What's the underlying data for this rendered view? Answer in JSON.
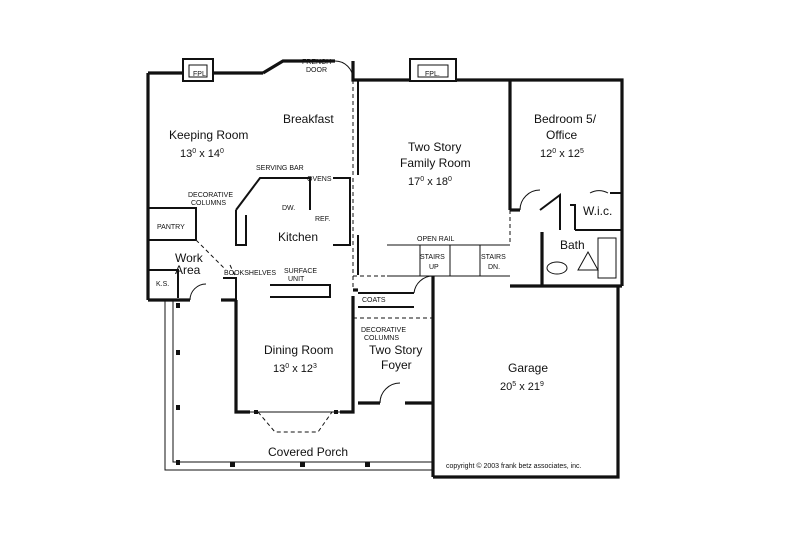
{
  "rooms": {
    "keeping_room": {
      "name": "Keeping Room",
      "w_ft": "13",
      "w_in": "0",
      "l_ft": "14",
      "l_in": "0"
    },
    "breakfast": {
      "name": "Breakfast"
    },
    "family_room": {
      "name1": "Two Story",
      "name2": "Family Room",
      "w_ft": "17",
      "w_in": "0",
      "l_ft": "18",
      "l_in": "0"
    },
    "bedroom5": {
      "name1": "Bedroom 5/",
      "name2": "Office",
      "w_ft": "12",
      "w_in": "0",
      "l_ft": "12",
      "l_in": "5"
    },
    "kitchen": {
      "name": "Kitchen"
    },
    "work_area": {
      "name1": "Work",
      "name2": "Area"
    },
    "bath": {
      "name": "Bath"
    },
    "wic": {
      "name": "W.i.c."
    },
    "dining_room": {
      "name": "Dining Room",
      "w_ft": "13",
      "w_in": "0",
      "l_ft": "12",
      "l_in": "3"
    },
    "foyer": {
      "name1": "Two Story",
      "name2": "Foyer"
    },
    "garage": {
      "name": "Garage",
      "w_ft": "20",
      "w_in": "5",
      "l_ft": "21",
      "l_in": "9"
    },
    "porch": {
      "name": "Covered Porch"
    }
  },
  "labels": {
    "fpl_left": "FPL.",
    "fpl_right": "FPL.",
    "french_door1": "FRENCH",
    "french_door2": "DOOR",
    "serving_bar": "SERVING BAR",
    "ovens": "OVENS",
    "decorative_columns_1": "DECORATIVE",
    "decorative_columns_2": "COLUMNS",
    "dw": "DW.",
    "ref": "REF.",
    "pantry": "PANTRY",
    "ks": "K.S.",
    "bookshelves": "BOOKSHELVES",
    "surface_unit1": "SURFACE",
    "surface_unit2": "UNIT",
    "open_rail": "OPEN RAIL",
    "stairs_up1": "STAIRS",
    "stairs_up2": "UP",
    "stairs_dn1": "STAIRS",
    "stairs_dn2": "DN.",
    "coats": "COATS",
    "foyer_columns_1": "DECORATIVE",
    "foyer_columns_2": "COLUMNS"
  },
  "dim_sep": "x",
  "copyright": "copyright © 2003 frank betz associates, inc."
}
